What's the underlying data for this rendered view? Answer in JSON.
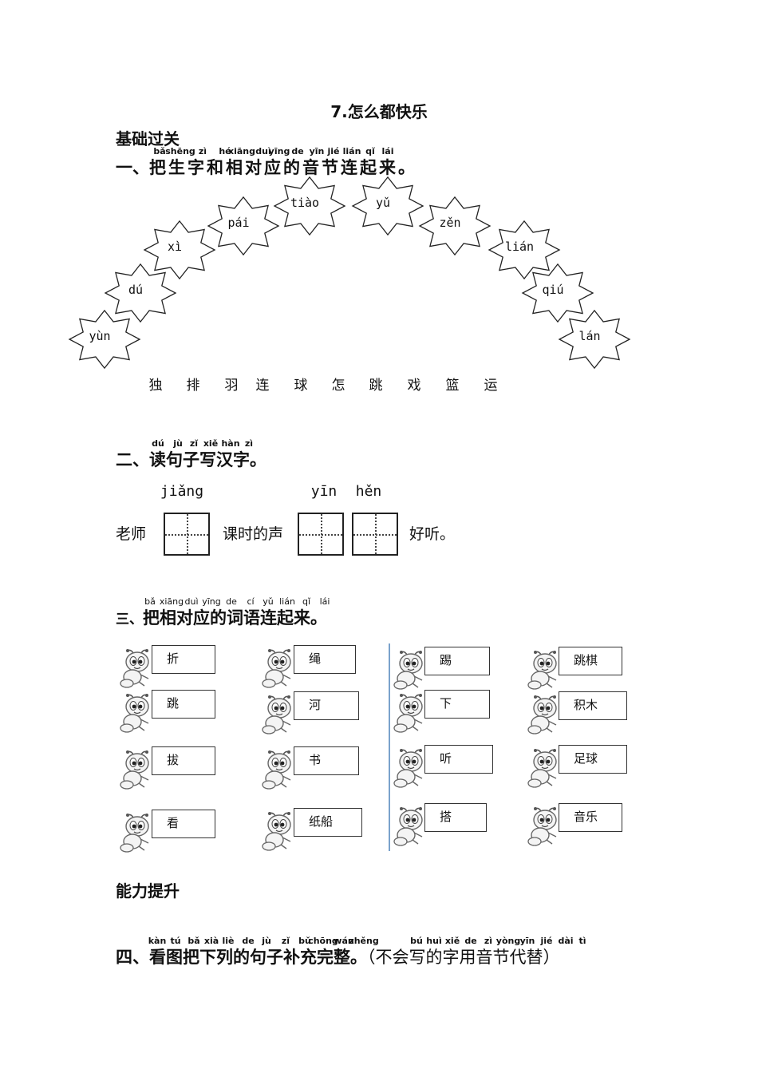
{
  "title": "7.怎么都快乐",
  "section_basic": "基础过关",
  "q1": {
    "prefix": "一、",
    "text": "把生字和相对应的音节连起来。",
    "pinyin": [
      "bǎ",
      "shēng",
      "zì",
      "hé",
      "xiāng",
      "duì",
      "yīng",
      "de",
      "yīn",
      "jié",
      "lián",
      "qǐ",
      "lái"
    ],
    "syllables": [
      "yùn",
      "dú",
      "xì",
      "pái",
      "tiào",
      "yǔ",
      "zěn",
      "lián",
      "qiú",
      "lán"
    ],
    "characters": [
      "独",
      "排",
      "羽",
      "连",
      "球",
      "怎",
      "跳",
      "戏",
      "篮",
      "运"
    ]
  },
  "q2": {
    "prefix": "二、",
    "text": "读句子写汉字。",
    "pinyin": [
      "dú",
      "jù",
      "zǐ",
      "xiě",
      "hàn",
      "zì"
    ],
    "blank_pinyin": [
      "jiǎng",
      "yīn",
      "hěn"
    ],
    "parts": [
      "老师",
      "课时的声",
      "好听。"
    ]
  },
  "q3": {
    "prefix": "三、",
    "text": "把相对应的词语连起来。",
    "pinyin": [
      "bǎ",
      "xiāng",
      "duì",
      "yīng",
      "de",
      "cí",
      "yǔ",
      "lián",
      "qǐ",
      "lái"
    ],
    "col1": [
      "折",
      "跳",
      "拔",
      "看"
    ],
    "col2": [
      "绳",
      "河",
      "书",
      "纸船"
    ],
    "col3": [
      "踢",
      "下",
      "听",
      "搭"
    ],
    "col4": [
      "跳棋",
      "积木",
      "足球",
      "音乐"
    ],
    "icon": "cartoon-ant-icon"
  },
  "section_ability": "能力提升",
  "q4": {
    "prefix": "四、",
    "text": "看图把下列的句子补充完整。",
    "pinyin": [
      "kàn",
      "tú",
      "bǎ",
      "xià",
      "liè",
      "de",
      "jù",
      "zǐ",
      "bǔ",
      "chōng",
      "wán",
      "zhěng"
    ],
    "note_open": "（",
    "note": "不会写的字用音节代替",
    "note_close": "）",
    "note_pinyin": [
      "bú",
      "huì",
      "xiě",
      "de",
      "zì",
      "yòng",
      "yīn",
      "jié",
      "dài",
      "tì"
    ]
  }
}
